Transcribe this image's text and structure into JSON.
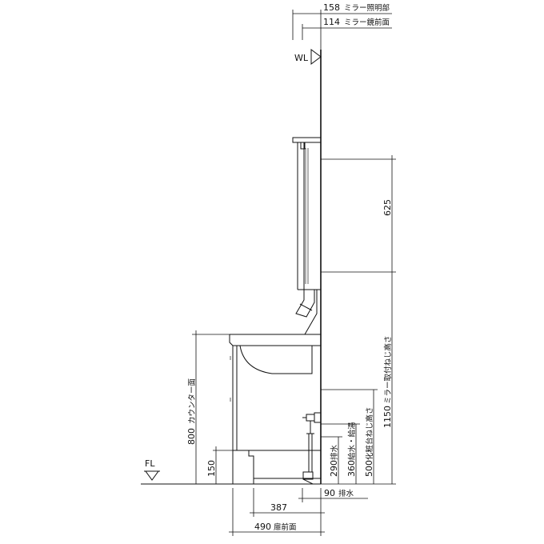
{
  "dimensions": {
    "mirror_light": {
      "value": "158",
      "label": "ミラー照明部"
    },
    "mirror_face": {
      "value": "114",
      "label": "ミラー鏡前面"
    },
    "wl": "WL",
    "fl": "FL",
    "mirror_height": {
      "value": "625"
    },
    "mirror_mount": {
      "value": "1150",
      "label": "ミラー取付ねじ高さ"
    },
    "counter": {
      "value": "800",
      "label": "カウンター面"
    },
    "plinth": {
      "value": "150"
    },
    "drain_height": {
      "value": "290",
      "label": "排水"
    },
    "supply_height": {
      "value": "360",
      "label": "給水・給湯"
    },
    "cosmetic_mount": {
      "value": "500",
      "label": "化粧台ねじ高さ"
    },
    "drain_offset": {
      "value": "90",
      "label": "排水"
    },
    "depth_387": {
      "value": "387"
    },
    "door_front": {
      "value": "490",
      "label": "扉前面"
    }
  }
}
